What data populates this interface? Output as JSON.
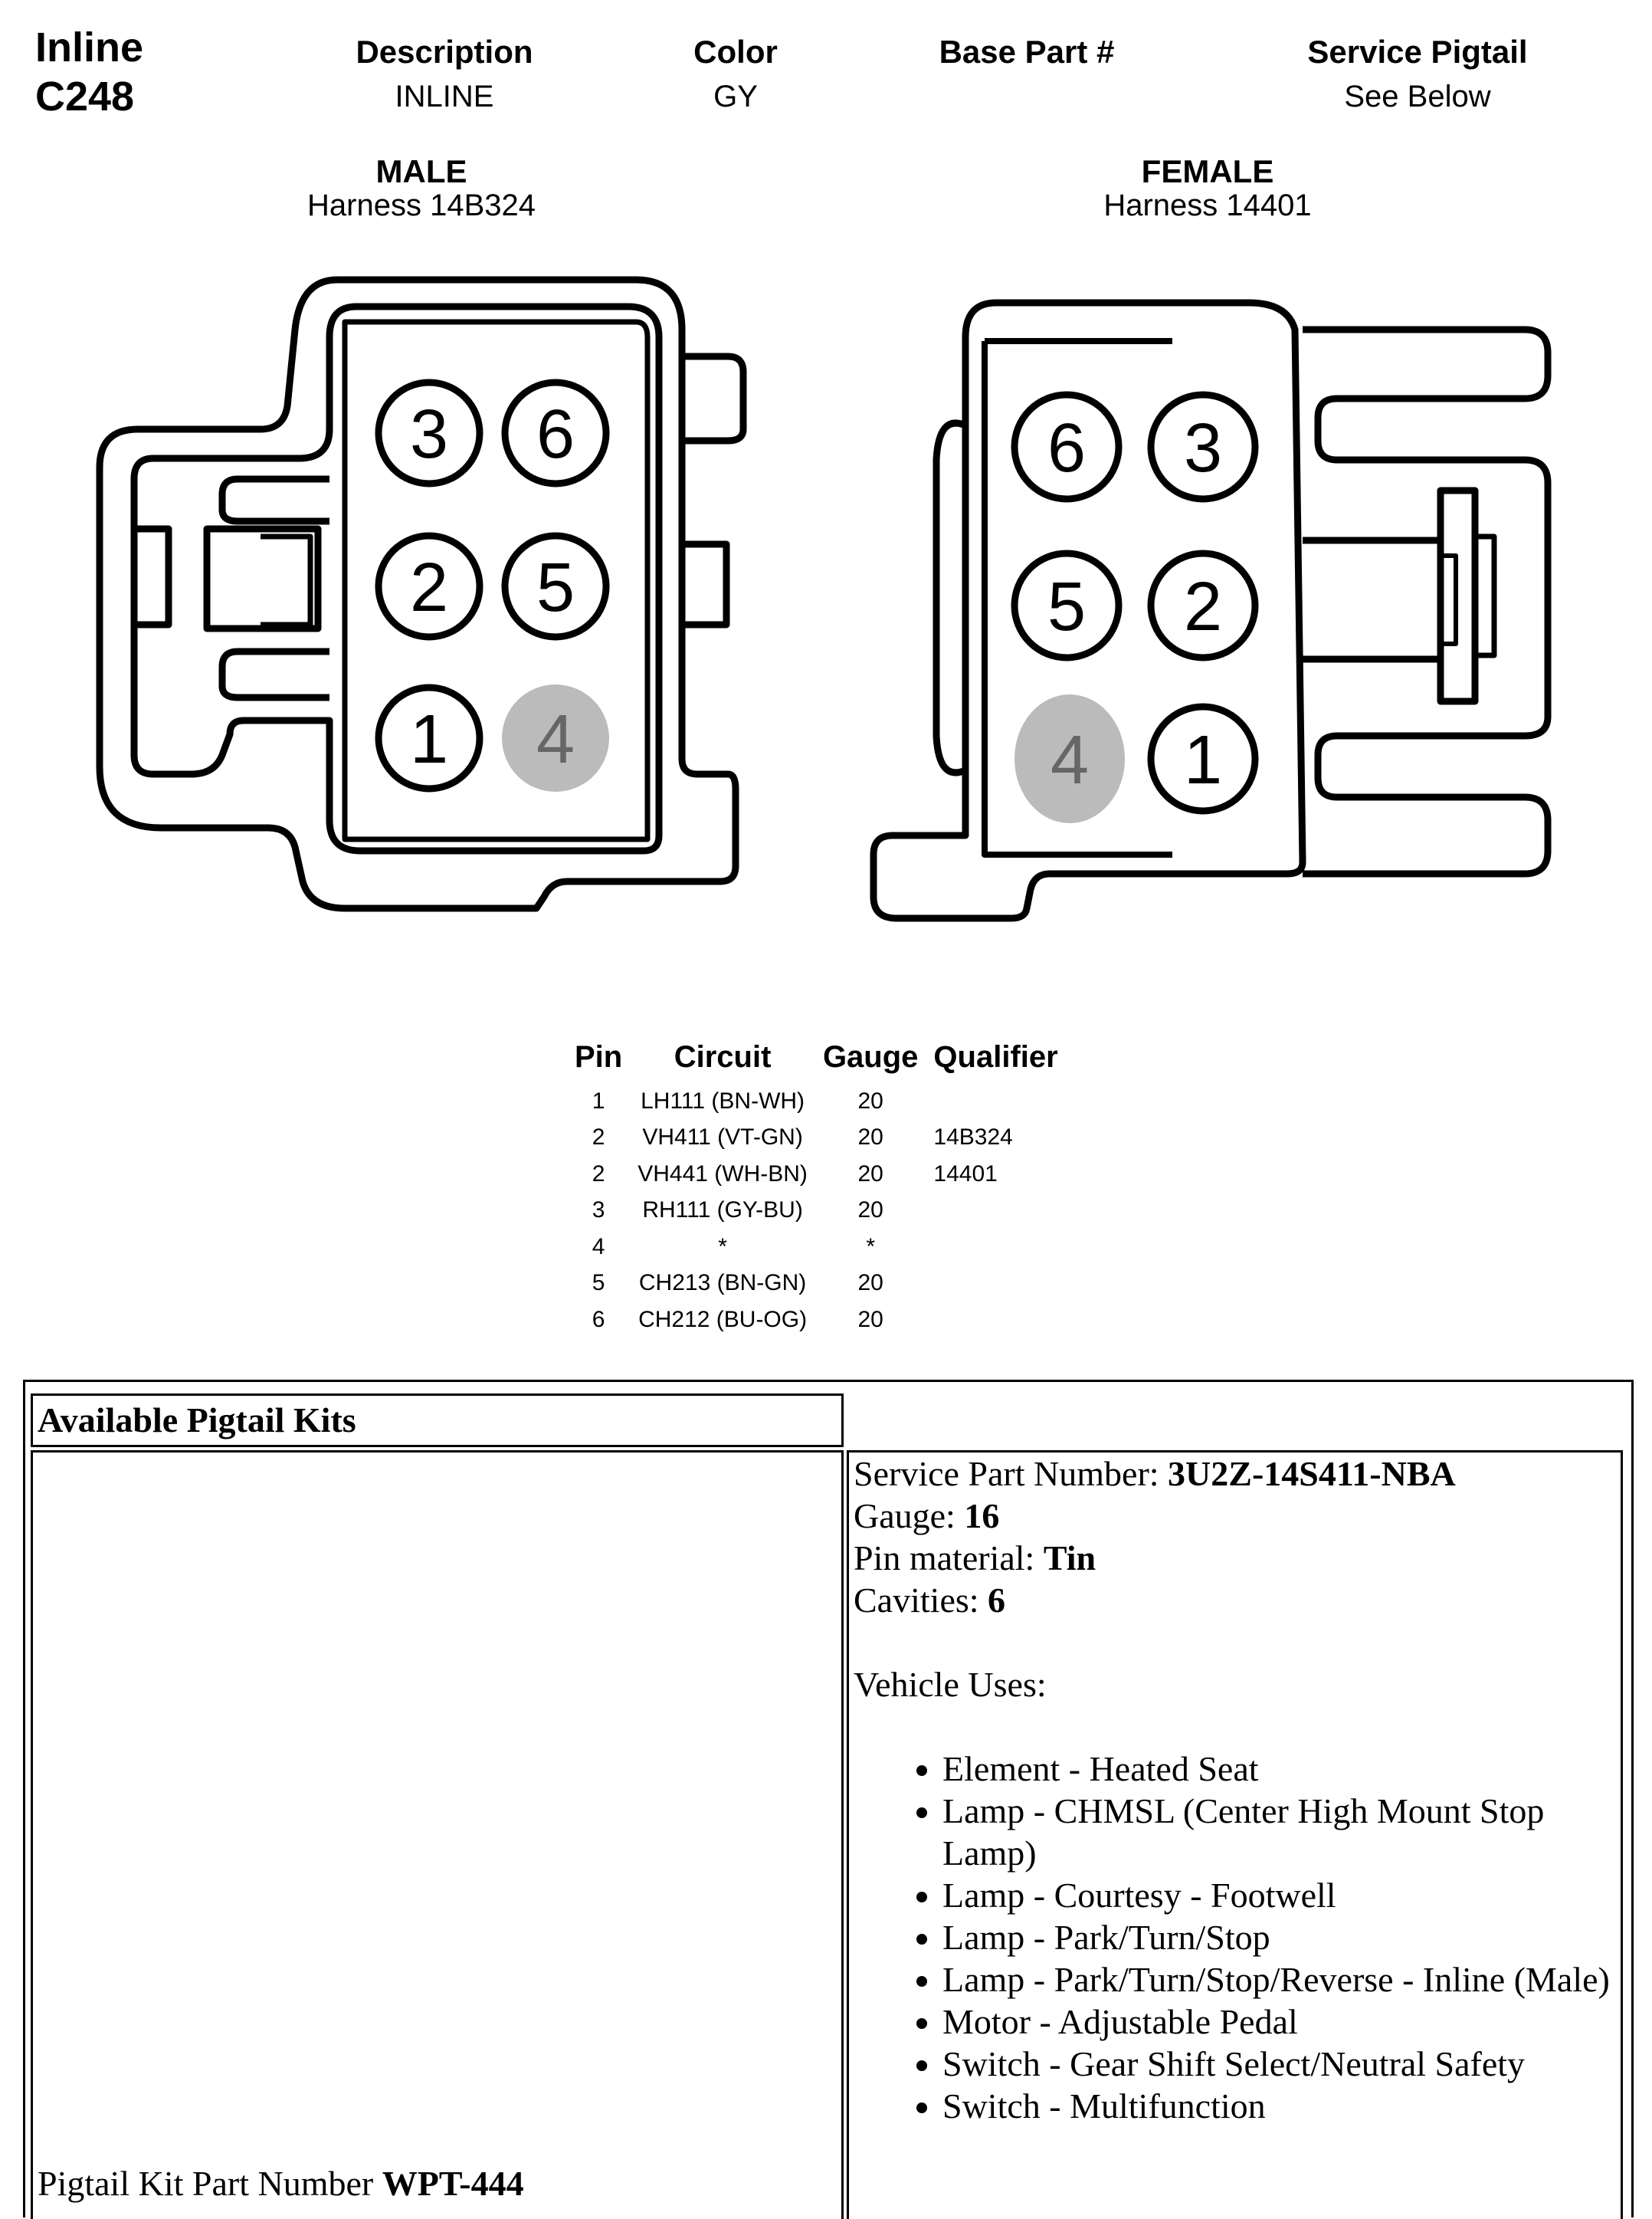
{
  "connector": {
    "title_line1": "Inline",
    "title_line2": "C248",
    "columns": [
      {
        "label": "Description",
        "value": "INLINE"
      },
      {
        "label": "Color",
        "value": "GY"
      },
      {
        "label": "Base Part #",
        "value": ""
      },
      {
        "label": "Service Pigtail",
        "value": "See Below"
      }
    ]
  },
  "male": {
    "label": "MALE",
    "harness": "Harness  14B324",
    "pins": [
      "3",
      "6",
      "2",
      "5",
      "1",
      "4"
    ]
  },
  "female": {
    "label": "FEMALE",
    "harness": "Harness  14401",
    "pins": [
      "6",
      "3",
      "5",
      "2",
      "4",
      "1"
    ]
  },
  "colors": {
    "empty_cavity": "#BBBBBB",
    "ink": "#000000"
  },
  "pin_table": {
    "headers": [
      "Pin",
      "Circuit",
      "Gauge",
      "Qualifier"
    ],
    "rows": [
      [
        "1",
        "LH111 (BN-WH)",
        "20",
        ""
      ],
      [
        "2",
        "VH411 (VT-GN)",
        "20",
        "14B324"
      ],
      [
        "2",
        "VH441 (WH-BN)",
        "20",
        "14401"
      ],
      [
        "3",
        "RH111 (GY-BU)",
        "20",
        ""
      ],
      [
        "4",
        "*",
        "*",
        ""
      ],
      [
        "5",
        "CH213 (BN-GN)",
        "20",
        ""
      ],
      [
        "6",
        "CH212 (BU-OG)",
        "20",
        ""
      ]
    ]
  },
  "pigtail": {
    "heading": "Available Pigtail Kits",
    "kit_label": "Pigtail Kit Part Number ",
    "kit_number": "WPT-444",
    "service_part_label": "Service Part Number: ",
    "service_part_value": "3U2Z-14S411-NBA",
    "gauge_label": "Gauge: ",
    "gauge_value": "16",
    "pin_material_label": "Pin material: ",
    "pin_material_value": "Tin",
    "cavities_label": "Cavities: ",
    "cavities_value": "6",
    "vehicle_uses_label": "Vehicle Uses:",
    "vehicle_uses": [
      "Element - Heated Seat",
      "Lamp - CHMSL (Center High Mount Stop Lamp)",
      "Lamp - Courtesy - Footwell",
      "Lamp - Park/Turn/Stop",
      "Lamp - Park/Turn/Stop/Reverse - Inline (Male)",
      "Motor - Adjustable Pedal",
      "Switch - Gear Shift Select/Neutral Safety",
      "Switch - Multifunction"
    ]
  }
}
